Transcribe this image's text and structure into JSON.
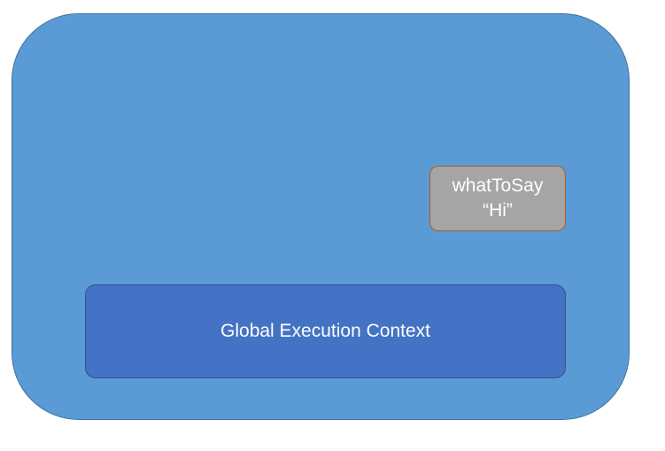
{
  "diagram": {
    "colors": {
      "outer_fill": "#5b9bd5",
      "outer_border": "#41719c",
      "variable_fill": "#a5a5a5",
      "variable_border": "#ae5a21",
      "context_fill": "#4472c4",
      "context_border": "#2f528f",
      "text": "#ffffff"
    },
    "variable": {
      "name": "whatToSay",
      "value": "“Hi”"
    },
    "execution_context": {
      "label": "Global Execution Context"
    }
  }
}
